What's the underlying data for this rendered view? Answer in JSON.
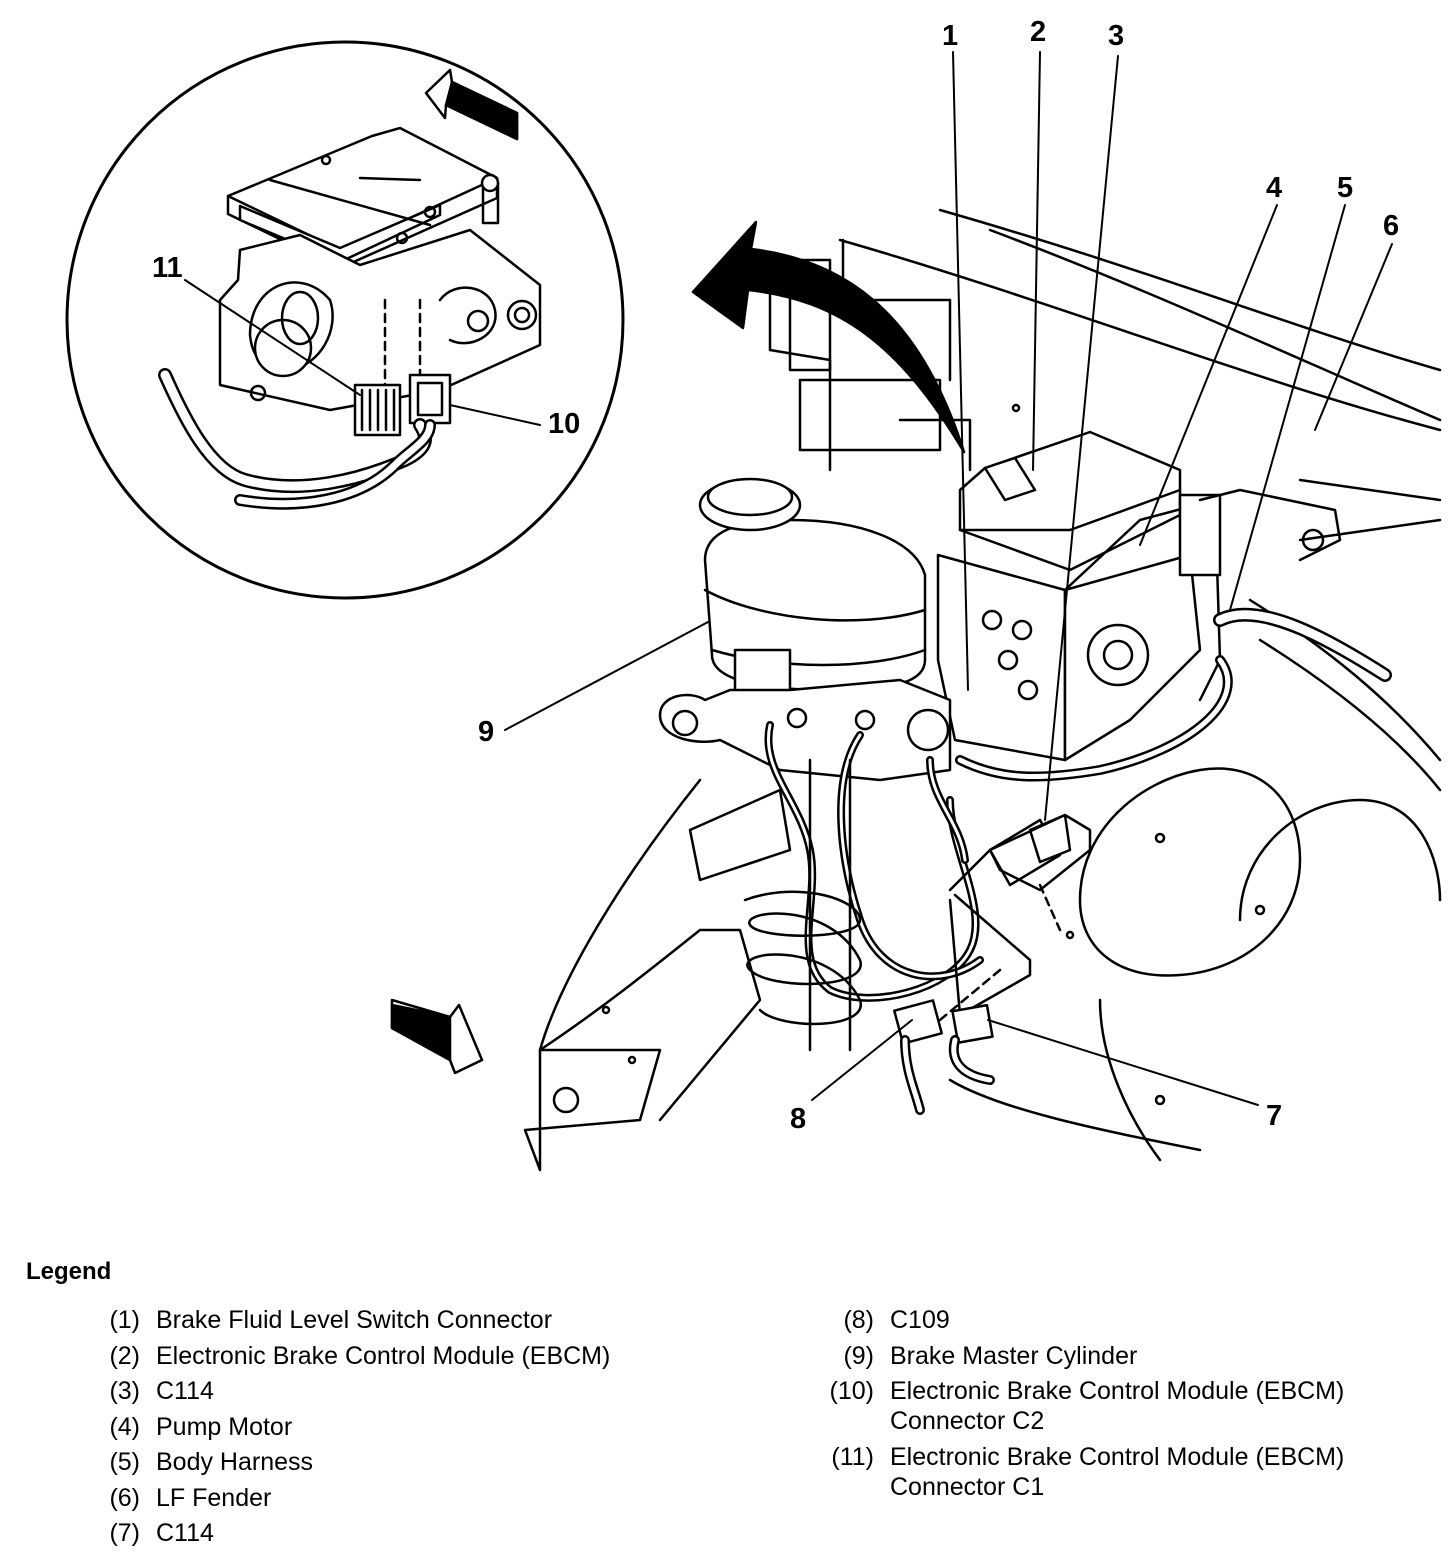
{
  "callouts": [
    "1",
    "2",
    "3",
    "4",
    "5",
    "6",
    "7",
    "8",
    "9",
    "10",
    "11"
  ],
  "legend": {
    "title": "Legend",
    "left": [
      {
        "num": "(1)",
        "text": "Brake Fluid Level Switch Connector"
      },
      {
        "num": "(2)",
        "text": "Electronic Brake Control Module (EBCM)"
      },
      {
        "num": "(3)",
        "text": "C114"
      },
      {
        "num": "(4)",
        "text": "Pump Motor"
      },
      {
        "num": "(5)",
        "text": "Body Harness"
      },
      {
        "num": "(6)",
        "text": "LF Fender"
      },
      {
        "num": "(7)",
        "text": "C114"
      }
    ],
    "right": [
      {
        "num": "(8)",
        "text": "C109"
      },
      {
        "num": "(9)",
        "text": "Brake Master Cylinder"
      },
      {
        "num": "(10)",
        "text": "Electronic Brake Control Module (EBCM) Connector C2"
      },
      {
        "num": "(11)",
        "text": "Electronic Brake Control Module (EBCM) Connector C1"
      }
    ]
  }
}
